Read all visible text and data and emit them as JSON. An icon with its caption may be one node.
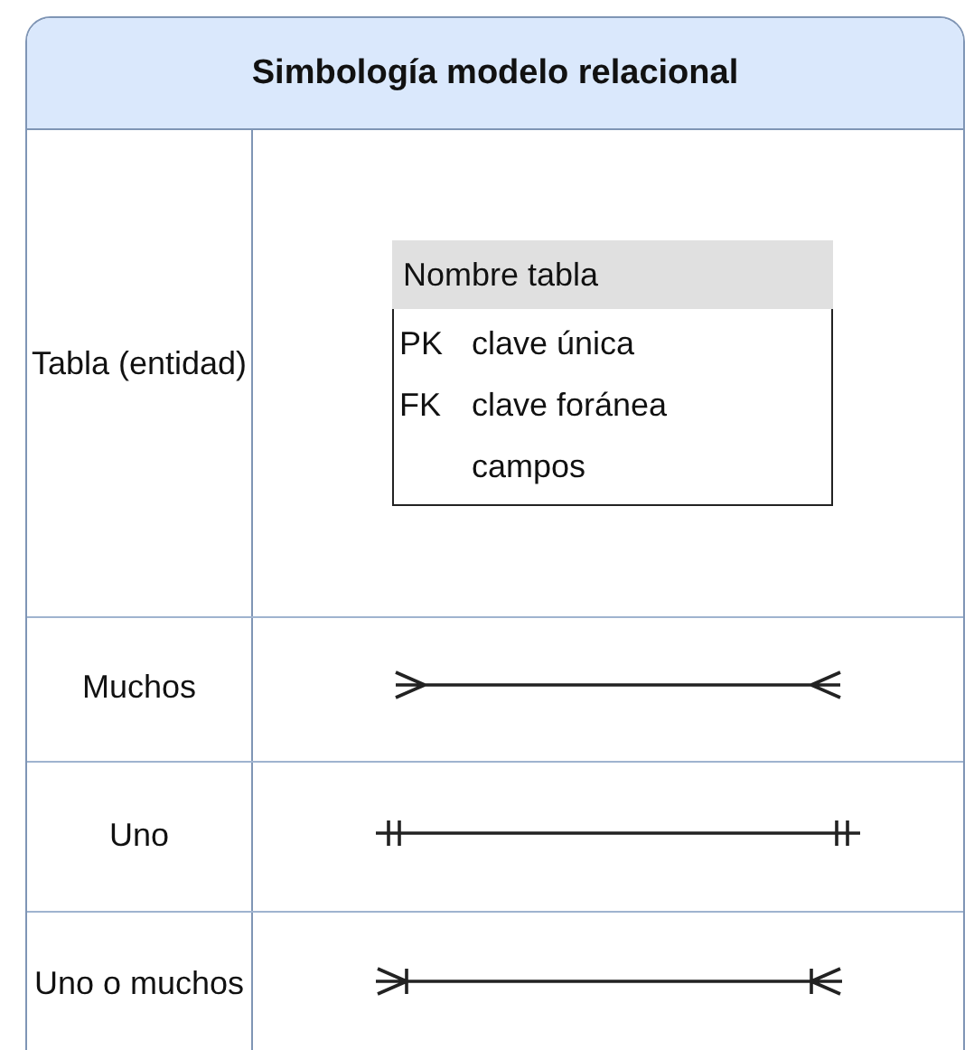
{
  "diagram": {
    "title": "Simbología modelo relacional",
    "nodes": [
      {
        "text": [
          "Nombre tabla",
          "PK",
          "clave única",
          "FK",
          "clave foránea",
          "campos"
        ]
      }
    ],
    "labels": [
      "Tabla (entidad)",
      "Muchos",
      "Uno",
      "Uno o muchos"
    ]
  }
}
